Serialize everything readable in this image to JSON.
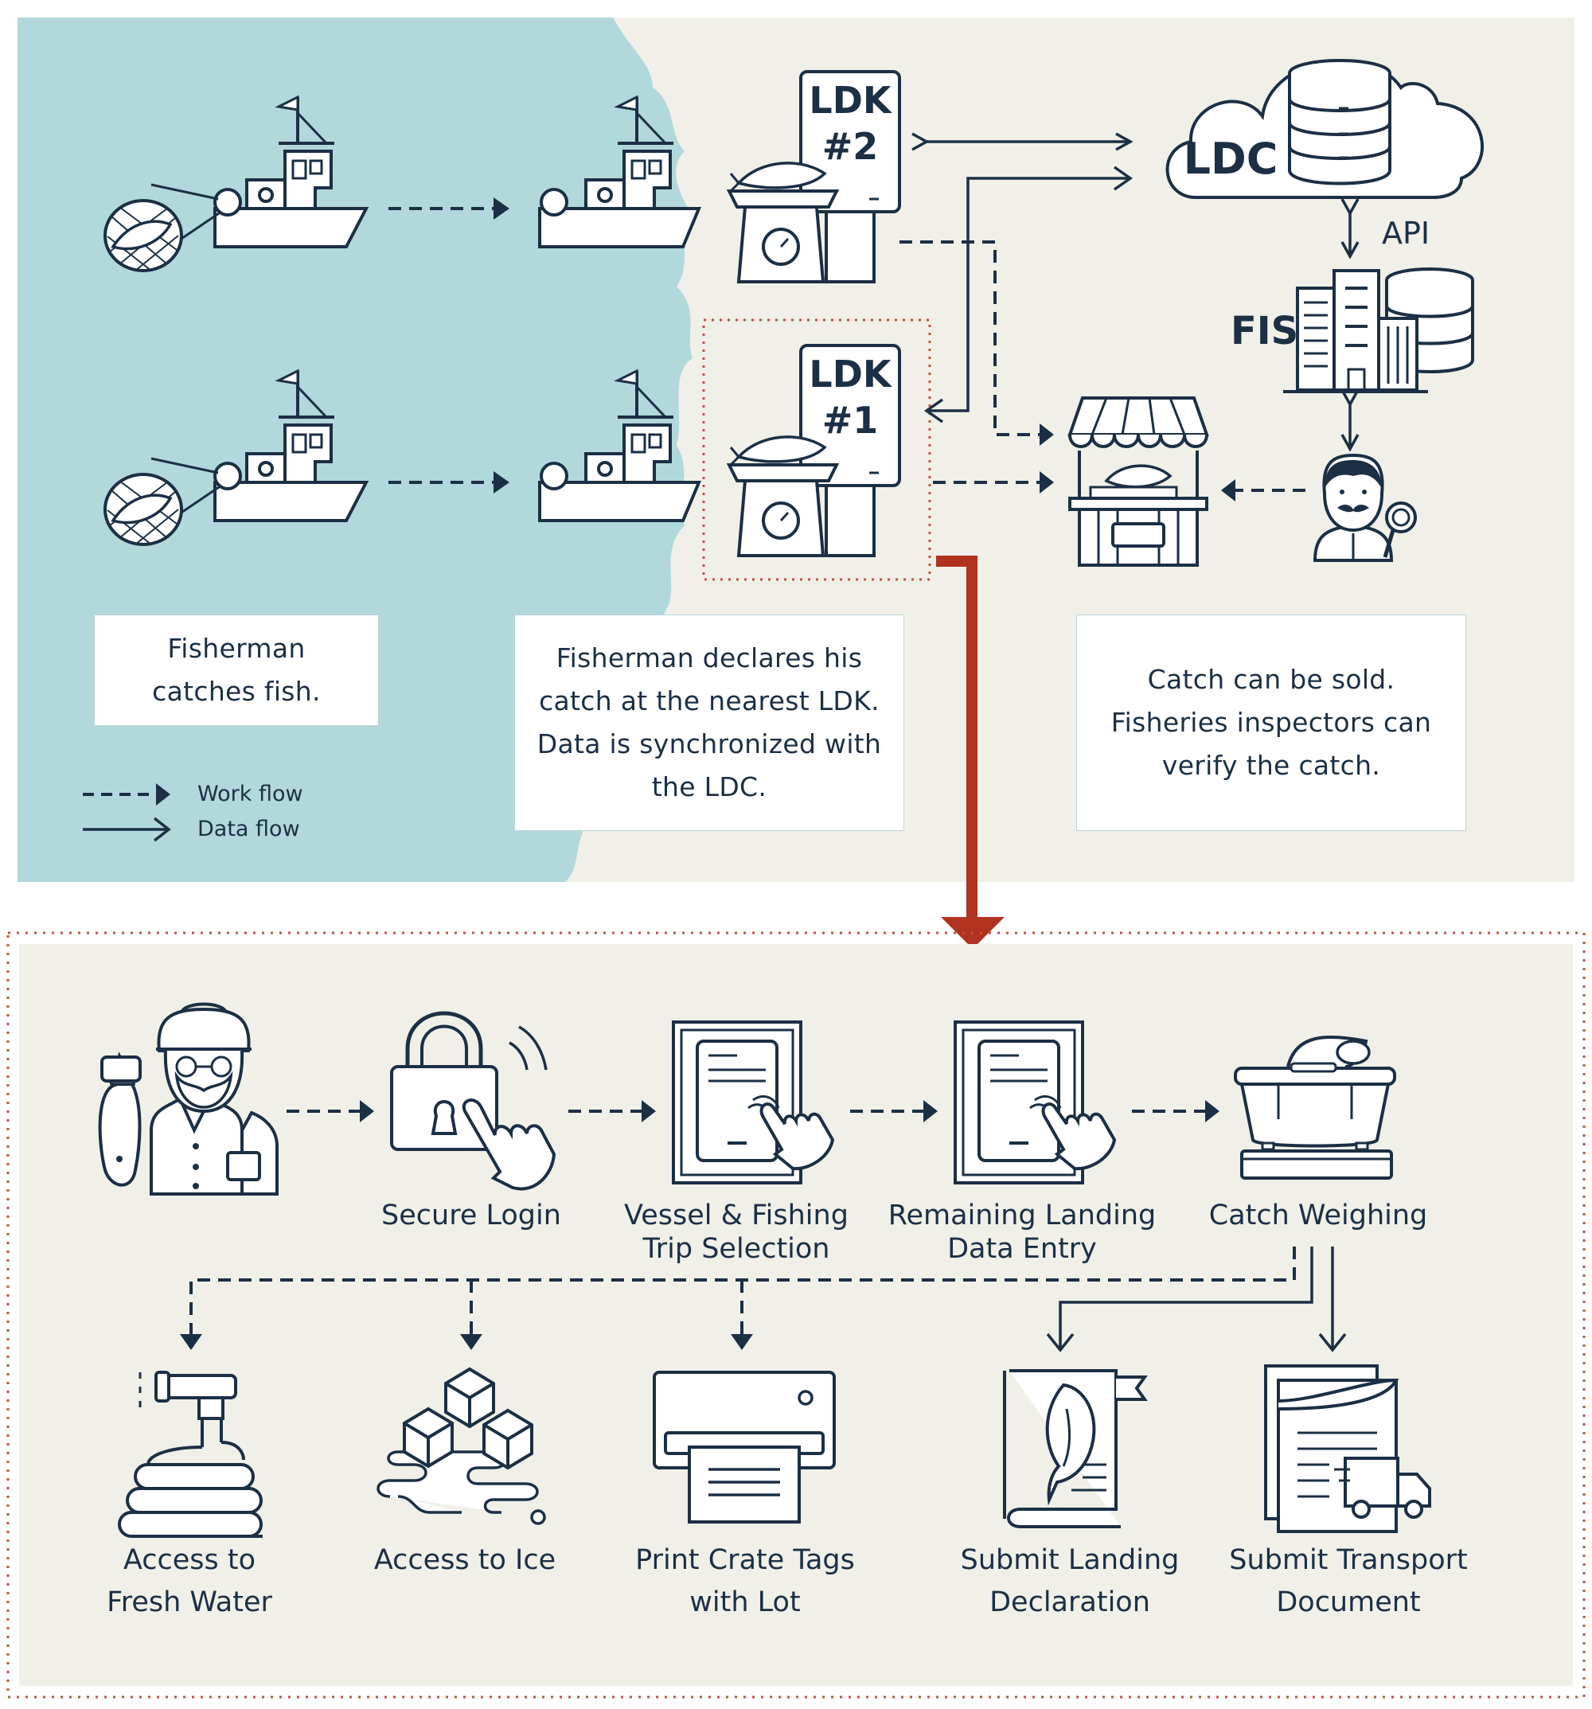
{
  "top": {
    "ldk2_label": "LDK #2",
    "ldk2_line1": "LDK",
    "ldk2_line2": "#2",
    "ldk1_line1": "LDK",
    "ldk1_line2": "#1",
    "ldc_label": "LDC",
    "fis_label": "FIS",
    "api_label": "API",
    "captions": {
      "fisherman": [
        "Fisherman",
        "catches fish."
      ],
      "declare": [
        "Fisherman declares his",
        "catch at the nearest LDK.",
        "Data is synchronized with",
        "the LDC."
      ],
      "sold": [
        "Catch can be sold.",
        "Fisheries inspectors can",
        "verify the catch."
      ]
    },
    "legend": {
      "work_flow": "Work flow",
      "data_flow": "Data flow"
    }
  },
  "steps_row1": [
    {
      "icon": "fisherman-icon"
    },
    {
      "icon": "secure-login-icon",
      "label": [
        "Secure Login"
      ]
    },
    {
      "icon": "tablet-icon",
      "label": [
        "Vessel & Fishing",
        "Trip Selection"
      ]
    },
    {
      "icon": "tablet-icon",
      "label": [
        "Remaining Landing",
        "Data Entry"
      ]
    },
    {
      "icon": "scale-crate-icon",
      "label": [
        "Catch Weighing"
      ]
    }
  ],
  "steps_row2": [
    {
      "icon": "water-hose-icon",
      "label": [
        "Access to",
        "Fresh Water"
      ]
    },
    {
      "icon": "ice-cubes-icon",
      "label": [
        "Access to Ice"
      ]
    },
    {
      "icon": "printer-icon",
      "label": [
        "Print Crate Tags",
        "with Lot"
      ]
    },
    {
      "icon": "book-fish-icon",
      "label": [
        "Submit Landing",
        "Declaration"
      ]
    },
    {
      "icon": "transport-document-icon",
      "label": [
        "Submit Transport",
        "Document"
      ]
    }
  ],
  "colors": {
    "navy": "#1b2f45",
    "sea": "#b1d8da",
    "land": "#f0f0e8",
    "highlight_arrow": "#b0321f",
    "dotted_border": "#c0533d"
  }
}
